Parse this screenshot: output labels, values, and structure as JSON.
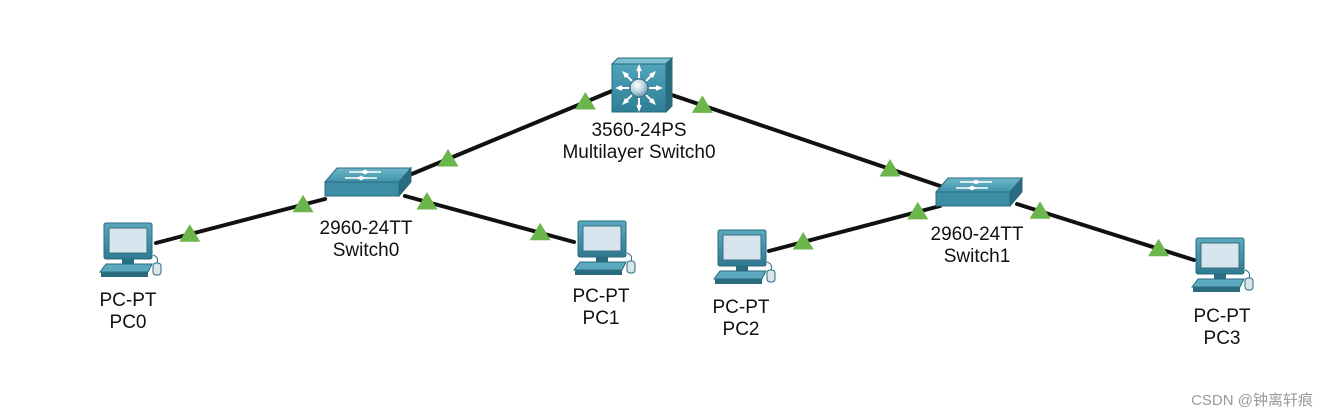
{
  "devices": [
    {
      "id": "mls0",
      "kind": "multilayer-switch",
      "model": "3560-24PS",
      "name": "Multilayer Switch0"
    },
    {
      "id": "sw0",
      "kind": "switch",
      "model": "2960-24TT",
      "name": "Switch0"
    },
    {
      "id": "sw1",
      "kind": "switch",
      "model": "2960-24TT",
      "name": "Switch1"
    },
    {
      "id": "pc0",
      "kind": "pc",
      "model": "PC-PT",
      "name": "PC0"
    },
    {
      "id": "pc1",
      "kind": "pc",
      "model": "PC-PT",
      "name": "PC1"
    },
    {
      "id": "pc2",
      "kind": "pc",
      "model": "PC-PT",
      "name": "PC2"
    },
    {
      "id": "pc3",
      "kind": "pc",
      "model": "PC-PT",
      "name": "PC3"
    }
  ],
  "links": [
    {
      "from": "mls0",
      "to": "sw0",
      "status": "up"
    },
    {
      "from": "mls0",
      "to": "sw1",
      "status": "up"
    },
    {
      "from": "sw0",
      "to": "pc0",
      "status": "up"
    },
    {
      "from": "sw0",
      "to": "pc1",
      "status": "up"
    },
    {
      "from": "sw1",
      "to": "pc2",
      "status": "up"
    },
    {
      "from": "sw1",
      "to": "pc3",
      "status": "up"
    }
  ],
  "colors": {
    "link": "#111111",
    "link_up_indicator": "#6ab64a",
    "device_primary": "#3d8ea5",
    "device_dark": "#2a6b7f",
    "pc_screen": "#d7e6ee"
  },
  "watermark": "CSDN @钟离轩痕"
}
